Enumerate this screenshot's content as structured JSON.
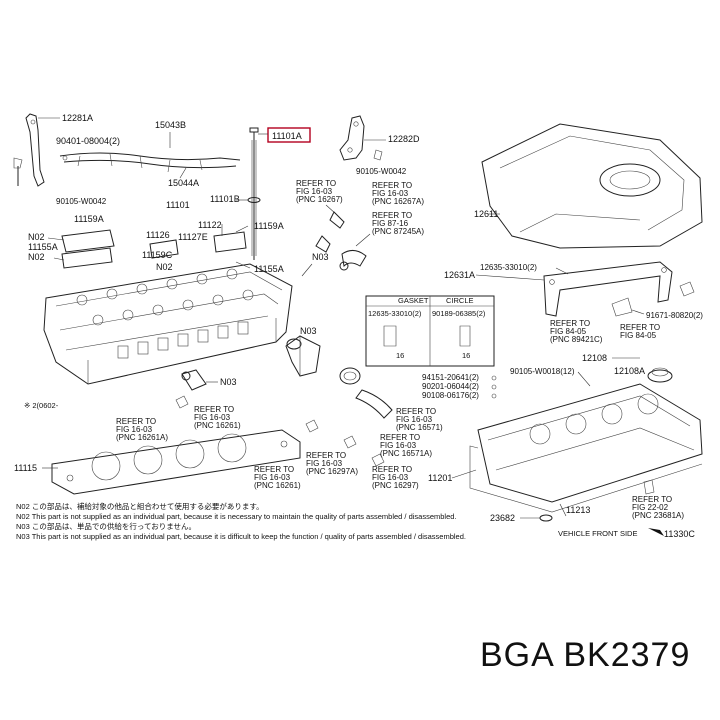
{
  "parts": {
    "p12281a": "12281A",
    "p15043b": "15043B",
    "p11101a": "11101A",
    "p12282d": "12282D",
    "p90401": "90401-08004(2)",
    "p15044a": "15044A",
    "p90105_w0042a": "90105-W0042",
    "p90105_w0042b": "90105-W0042",
    "p11101": "11101",
    "p11101b": "11101B",
    "p11159a_l": "11159A",
    "p11159a_r": "11159A",
    "p11122": "11122",
    "p11126": "11126",
    "p11127e": "11127E",
    "p11155a_l": "11155A",
    "p11155a_r": "11155A",
    "p11159c": "11159C",
    "p12611": "12611",
    "p12631a": "12631A",
    "p12635_a": "12635-33010(2)",
    "p12635_b": "12635-33010(2)",
    "p90189": "90189-06385(2)",
    "p91671": "91671-80820(2)",
    "p12108": "12108",
    "p12108a": "12108A",
    "p90105_w0018": "90105-W0018(12)",
    "p94151": "94151-20641(2)",
    "p90201": "90201-06044(2)",
    "p90108": "90108-06176(2)",
    "p11115": "11115",
    "p11201": "11201",
    "p23682": "23682",
    "p11213": "11213",
    "p11330c": "11330C",
    "n02_a": "N02",
    "n02_b": "N02",
    "n02_c": "N02",
    "n03_a": "N03",
    "n03_b": "N03",
    "n03_c": "N03",
    "note_ref": "※ 2(0602-"
  },
  "inset": {
    "col1": "GASKET",
    "col2": "CIRCLE",
    "dim1": "16",
    "dim2": "16"
  },
  "refs": {
    "r1": [
      "REFER TO",
      "FIG 16-03",
      "(PNC 16267)"
    ],
    "r2": [
      "REFER TO",
      "FIG 16-03",
      "(PNC 16267A)"
    ],
    "r3": [
      "REFER TO",
      "FIG 87-16",
      "(PNC 87245A)"
    ],
    "r4": [
      "REFER TO",
      "FIG 84-05",
      "(PNC 89421C)"
    ],
    "r5": [
      "REFER TO",
      "FIG 84-05"
    ],
    "r6": [
      "REFER TO",
      "FIG 16-03",
      "(PNC 16571)"
    ],
    "r7": [
      "REFER TO",
      "FIG 16-03",
      "(PNC 16571A)"
    ],
    "r8": [
      "REFER TO",
      "FIG 16-03",
      "(PNC 16261A)"
    ],
    "r9": [
      "REFER TO",
      "FIG 16-03",
      "(PNC 16261)"
    ],
    "r10": [
      "REFER TO",
      "FIG 16-03",
      "(PNC 16261)"
    ],
    "r11": [
      "REFER TO",
      "FIG 16-03",
      "(PNC 16297A)"
    ],
    "r12": [
      "REFER TO",
      "FIG 16-03",
      "(PNC 16297)"
    ],
    "r13": [
      "REFER TO",
      "FIG 22-02",
      "(PNC 23681A)"
    ]
  },
  "front_label": "VEHICLE FRONT SIDE",
  "footnotes": [
    "N02  この部品は、補給対象の他品と組合わせて使用する必要があります。",
    "N02  This part is not supplied as an individual part, because it is necessary to maintain the quality of parts assembled / disassembled.",
    "N03  この部品は、単品での供給を行っておりません。",
    "N03  This part is not supplied as an individual part, because it is difficult to keep the function / quality of parts assembled / disassembled."
  ],
  "brand": "BGA BK2379"
}
